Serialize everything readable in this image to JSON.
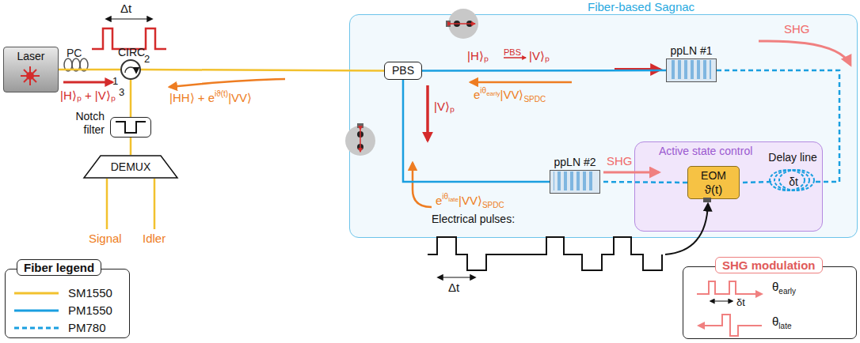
{
  "diagram": {
    "nodes": [
      {
        "text": [
          "Laser"
        ]
      },
      {
        "text": [
          "CIRC"
        ]
      },
      {
        "text": [
          "Fiber-based Sagnac"
        ]
      },
      {
        "text": [
          "PBS"
        ],
        "in": 2
      },
      {
        "text": [
          "ppLN #1"
        ],
        "in": 2
      },
      {
        "text": [
          "ppLN #2"
        ],
        "in": 2
      },
      {
        "text": [
          "Active state control"
        ],
        "in": 2
      },
      {
        "text": [
          "EOM",
          "ϑ(t)"
        ],
        "in": 6
      },
      {
        "text": [
          "Delay line",
          "δt"
        ],
        "in": 6
      },
      {
        "text": [
          "Notch filter"
        ]
      },
      {
        "text": [
          "DEMUX"
        ]
      },
      {
        "text": [
          "Fiber legend"
        ]
      },
      {
        "text": [
          "SHG modulation"
        ]
      }
    ],
    "edges": [
      {
        "from": 0,
        "to": 1,
        "arrow": "none"
      },
      {
        "from": 1,
        "to": 3,
        "arrow": "none"
      },
      {
        "from": 1,
        "to": 9,
        "arrow": "none"
      },
      {
        "from": 9,
        "to": 10,
        "arrow": "none"
      },
      {
        "from": 3,
        "to": 4,
        "arrow": "none"
      },
      {
        "from": 3,
        "to": 5,
        "arrow": "none"
      },
      {
        "from": 4,
        "to": 8,
        "arrow": "none"
      },
      {
        "from": 8,
        "to": 7,
        "arrow": "none"
      },
      {
        "from": 7,
        "to": 5,
        "arrow": "none"
      }
    ],
    "labels": [
      "PC",
      "Δt",
      "1",
      "2",
      "3",
      "|H⟩ₚ + |V⟩ₚ",
      "|HH⟩ + e",
      "iϑ(t)",
      "|VV⟩",
      "|H⟩ₚ",
      "PBS",
      "|V⟩ₚ",
      "e",
      "iθ",
      "early",
      "|VV⟩",
      "SPDC",
      "|V⟩ₚ",
      "e",
      "iθ",
      "late",
      "|VV⟩",
      "SPDC",
      "SHG",
      "SHG",
      "Electrical pulses:",
      "Δt",
      "Signal",
      "Idler",
      "θ",
      "early",
      "δt",
      "θ",
      "late"
    ],
    "legend": [
      {
        "text": "SM1550"
      },
      {
        "text": "PM1550"
      },
      {
        "text": "PM780"
      }
    ]
  }
}
